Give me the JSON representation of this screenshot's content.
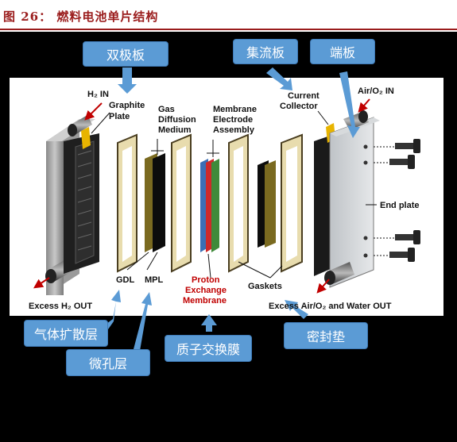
{
  "figure": {
    "title": "图 26： 燃料电池单片结构"
  },
  "tags": {
    "bipolar_plate": "双极板",
    "current_collector": "集流板",
    "end_plate": "端板",
    "gas_diffusion_layer": "气体扩散层",
    "microporous_layer": "微孔层",
    "proton_exchange_membrane": "质子交换膜",
    "gasket": "密封垫"
  },
  "labels": {
    "h2_in": "H₂ IN",
    "graphite_plate": [
      "Graphite",
      "Plate"
    ],
    "gas_diffusion_medium": [
      "Gas",
      "Diffusion",
      "Medium"
    ],
    "membrane_electrode_assembly": [
      "Membrane",
      "Electrode",
      "Assembly"
    ],
    "current_collector": [
      "Current",
      "Collector"
    ],
    "air_in": "Air/O₂ IN",
    "end_plate": "End plate",
    "gdl": "GDL",
    "mpl": "MPL",
    "proton_exchange_membrane": [
      "Proton",
      "Exchange",
      "Membrane"
    ],
    "gaskets": "Gaskets",
    "excess_h2_out": "Excess H₂ OUT",
    "excess_air_out": "Excess Air/O₂ and Water OUT"
  },
  "colors": {
    "title_red": "#9a1c1c",
    "tag_blue": "#5b9bd5",
    "gasket_tan": "#e8dcae",
    "membrane_red": "#cc2a2a",
    "membrane_green": "#3f8a3a",
    "membrane_blue": "#3a6fb5",
    "collector_gold": "#e8b400"
  }
}
